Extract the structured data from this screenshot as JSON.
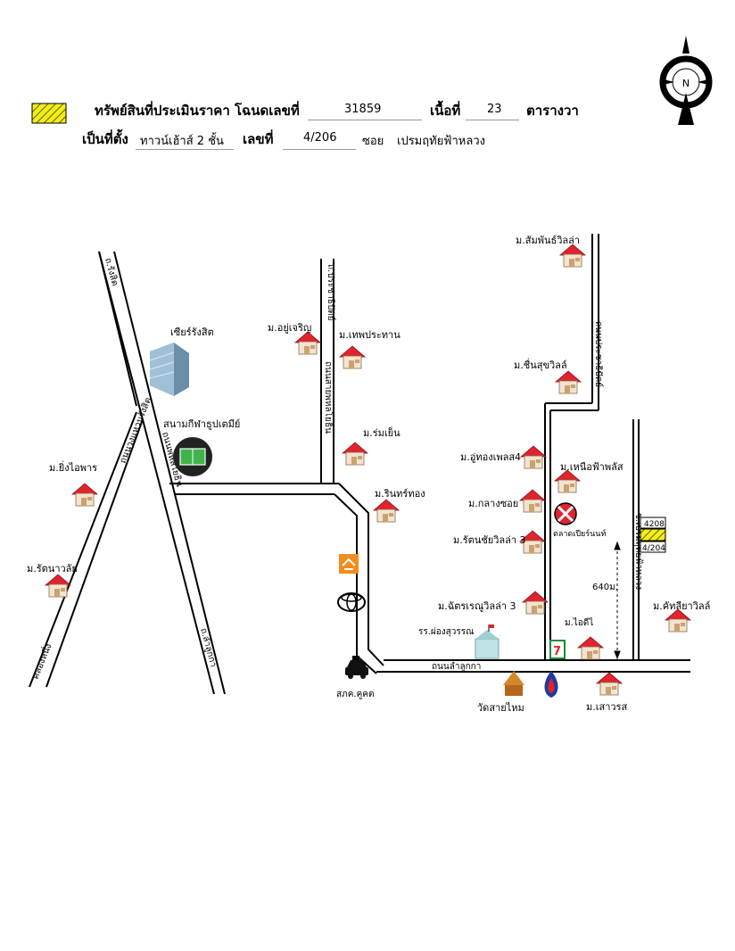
{
  "header": {
    "row1_label": "ทรัพย์สินที่ประเมินราคา โฉนดเลขที่",
    "deed_no": "31859",
    "area_label": "เนื้อที่",
    "area_value": "23",
    "area_unit": "ตารางวา",
    "row2_label": "เป็นที่ตั้ง",
    "property_type": "ทาวน์เฮ้าส์ 2 ชั้น",
    "house_no_label": "เลขที่",
    "house_no": "4/206",
    "soi_label": "ซอย",
    "soi_name": "เปรมฤทัยฟ้าหลวง"
  },
  "compass": {
    "label": "N"
  },
  "colors": {
    "subject_hatch": "#f2ee10",
    "house_roof": "#e0232e",
    "road": "#000000"
  },
  "map": {
    "roads": {
      "rangsit": "ถ.รังสิต",
      "prachathipat_1": "ถนนประชาธิปัตย์",
      "prachathipat_2": "ถนนลำลูกกา",
      "khlong_road_left": "ถนนวงแหวนรังสิต",
      "khlong_road_left2": "คลองหนึ่ง",
      "khlong_road_right": "ถ.ลำลูกกา",
      "phahonyothin": "ถนนพหลโยธิน",
      "lam_luk_ka": "ถนนลำลูกกา",
      "prachathipat_top": "ถ.ประชาธิปัตย์",
      "inner_vertical": "ถนนสายพหลโยธิน",
      "right_top": "ถนนประชาธิปัตย์",
      "soi_side": "ซ.เปรมฤทัยฟ้าหลวง"
    },
    "labels": {
      "future_park": "เซียร์รังสิต",
      "stadium": "สนามกีฬาธูปเตมีย์",
      "yingiaphan": "ม.ยิ่งไอพาร",
      "rattanawan": "ม.รัตนาวลัย",
      "ayucharoen": "ม.อยู่เจริญ",
      "thepprathan": "ม.เทพประทาน",
      "romyen": "ม.ร่มเย็น",
      "rinthong": "ม.รินทร์ทอง",
      "samphan": "ม.สัมพันธ์วิลล่า",
      "chuensuk": "ม.ชื่นสุขวิลล์",
      "uthong": "ม.อู่ทองเพลส4",
      "nuea": "ม.เหนือฟ้าพลัส",
      "klangsoi": "ม.กลางซอย",
      "market": "ตลาดเปียร์นนท์",
      "rattanachai": "ม.รัตนชัยวิลล่า 3",
      "chatra": "ม.ฉัตรเรณูวิลล่า 3",
      "idee": "ม.ไอดีไ",
      "khatthaliya": "ม.คัทลียาวิลล์",
      "school": "รร.ผ่องสุวรรณ",
      "sawarot": "ม.เสาวรส",
      "temple": "วัดสายไหม",
      "police": "สภค.คูคต",
      "distance": "640ม.",
      "adj_top": "4208",
      "adj_bottom": "4/204"
    }
  }
}
